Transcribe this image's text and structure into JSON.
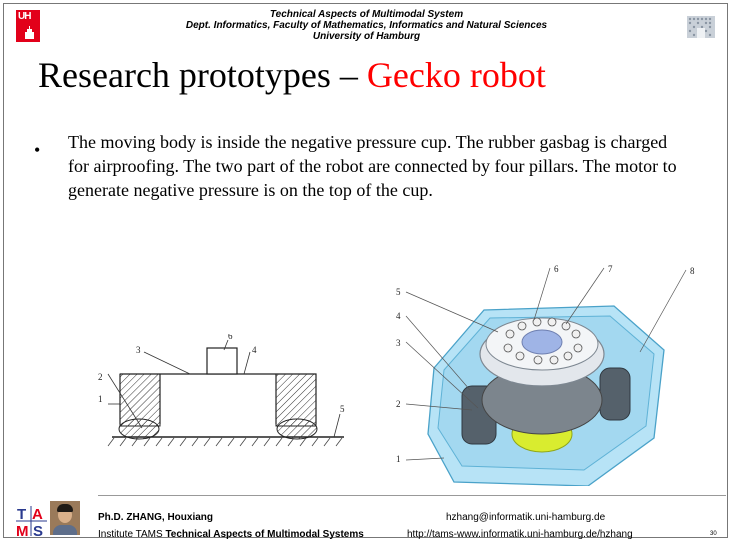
{
  "header": {
    "line1": "Technical Aspects of Multimodal System",
    "line2": "Dept. Informatics, Faculty of Mathematics, Informatics and Natural Sciences",
    "line3": "University of Hamburg",
    "logo_text": "UH"
  },
  "slide": {
    "title_main": "Research prototypes – ",
    "title_accent": "Gecko robot",
    "accent_color": "#ff0000",
    "bullet_symbol": "•",
    "bullet_text": "The moving body is inside the negative pressure cup. The rubber gasbag is charged for airproofing. The two part of the robot are connected by four pillars. The motor to generate negative pressure is on the top of the cup."
  },
  "figure_left": {
    "labels": [
      "1",
      "2",
      "3",
      "4",
      "5",
      "6"
    ]
  },
  "figure_right": {
    "labels": [
      "1",
      "2",
      "3",
      "4",
      "5",
      "6",
      "7",
      "8"
    ]
  },
  "footer": {
    "name": "Ph.D. ZHANG, Houxiang",
    "institute_prefix": "Institute TAMS ",
    "institute_bold": "Technical Aspects of Multimodal Systems",
    "email": "hzhang@informatik.uni-hamburg.de",
    "url": "http://tams-www.informatik.uni-hamburg.de/hzhang",
    "page_number": "30",
    "tams_letters": [
      "T",
      "A",
      "M",
      "S"
    ]
  }
}
